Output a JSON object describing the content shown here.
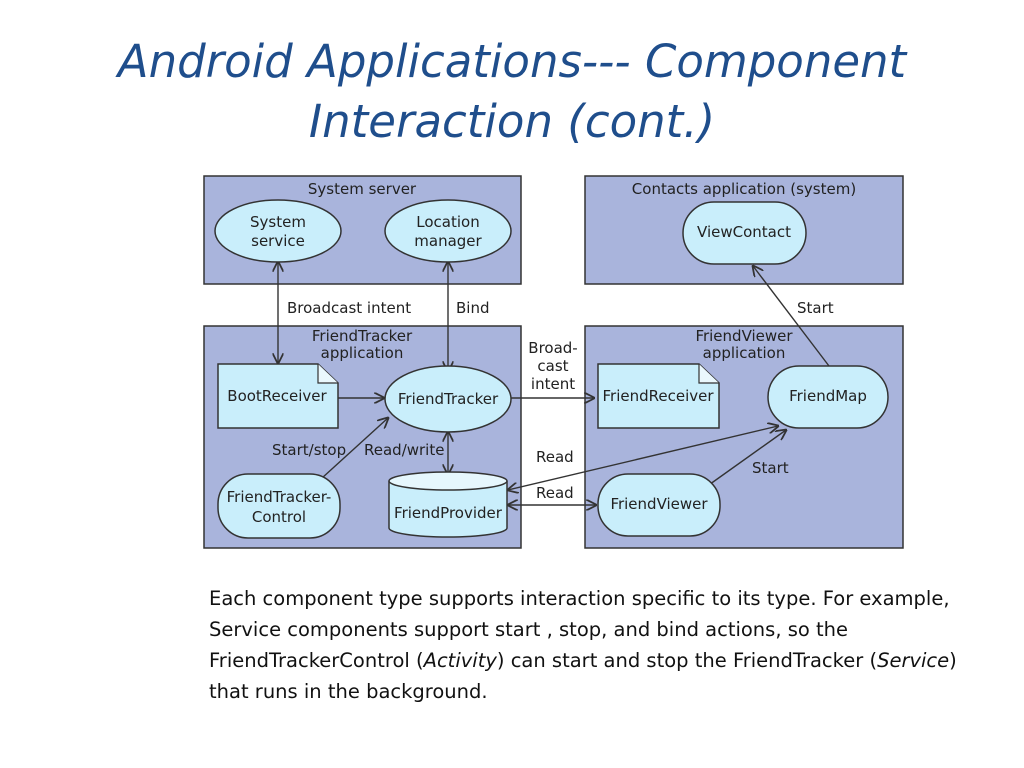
{
  "slide": {
    "title_line1": "Android Applications--- Component",
    "title_line2": "Interaction (cont.)"
  },
  "diagram": {
    "boxes": {
      "system_server": "System server",
      "contacts_app": "Contacts application (system)",
      "friendtracker_app_1": "FriendTracker",
      "friendtracker_app_2": "application",
      "friendviewer_app_1": "FriendViewer",
      "friendviewer_app_2": "application"
    },
    "nodes": {
      "system_service_1": "System",
      "system_service_2": "service",
      "location_manager_1": "Location",
      "location_manager_2": "manager",
      "view_contact": "ViewContact",
      "boot_receiver": "BootReceiver",
      "friend_tracker": "FriendTracker",
      "friend_tracker_control_1": "FriendTracker-",
      "friend_tracker_control_2": "Control",
      "friend_provider": "FriendProvider",
      "friend_receiver": "FriendReceiver",
      "friend_map": "FriendMap",
      "friend_viewer": "FriendViewer"
    },
    "edges": {
      "broadcast_intent": "Broadcast intent",
      "bind": "Bind",
      "start_contacts": "Start",
      "broadcast_cast_1": "Broad-",
      "broadcast_cast_2": "cast",
      "broadcast_cast_3": "intent",
      "start_stop": "Start/stop",
      "read_write": "Read/write",
      "read_1": "Read",
      "read_2": "Read",
      "start_viewer": "Start"
    },
    "colors": {
      "box_fill": "#a9b4dc",
      "node_fill": "#c9eefb",
      "stroke": "#333333"
    }
  },
  "caption": {
    "part1": "Each component type supports interaction specific to its type. For example, Service components support start , stop, and bind actions, so the FriendTrackerControl (",
    "activity": "Activity",
    "part2": ") can start and stop the FriendTracker (",
    "service": "Service",
    "part3": ") that runs in the background."
  }
}
